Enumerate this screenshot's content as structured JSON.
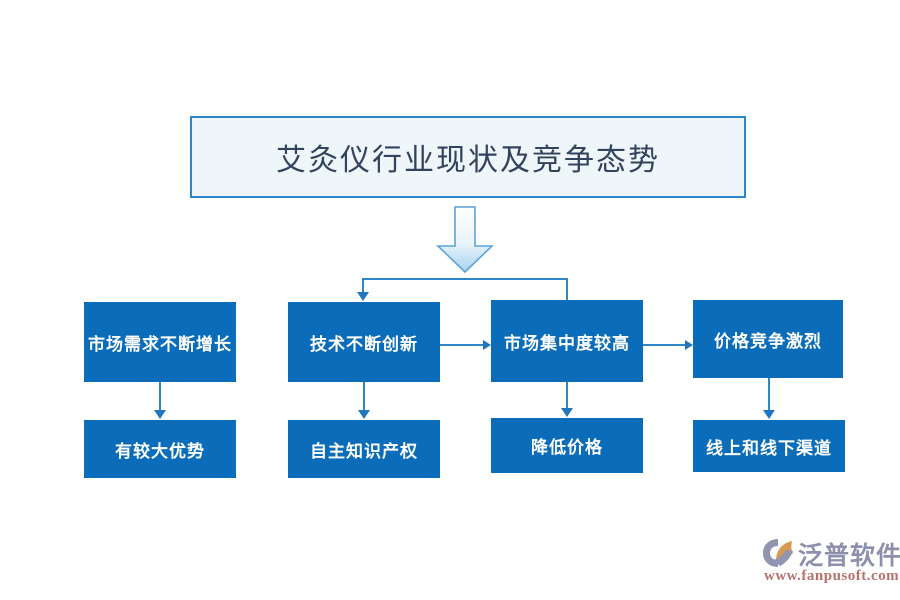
{
  "diagram": {
    "title": "艾灸仪行业现状及竞争态势",
    "main_nodes": [
      {
        "id": "a",
        "label": "市场需求不断增长"
      },
      {
        "id": "b",
        "label": "技术不断创新"
      },
      {
        "id": "c",
        "label": "市场集中度较高"
      },
      {
        "id": "d",
        "label": "价格竞争激烈"
      }
    ],
    "sub_nodes": [
      {
        "id": "a2",
        "label": "有较大优势"
      },
      {
        "id": "b2",
        "label": "自主知识产权"
      },
      {
        "id": "c2",
        "label": "降低价格"
      },
      {
        "id": "d2",
        "label": "线上和线下渠道"
      }
    ],
    "icons": {
      "big_down_arrow": "block-arrow-down-icon",
      "logo_mark": "fanpu-logo-mark-icon"
    },
    "colors": {
      "node_fill": "#0b6cba",
      "node_text": "#ffffff",
      "title_fill": "#eff6fa",
      "title_border": "#2e86c8",
      "title_text": "#33435e",
      "connector": "#2e86c8",
      "arrow_head": "#2176bd"
    }
  },
  "watermark": {
    "brand_cn": "泛普软件",
    "url": "www.fanpusoft.com",
    "brand_color": "#8c90ad",
    "url_color": "#b8716c"
  }
}
